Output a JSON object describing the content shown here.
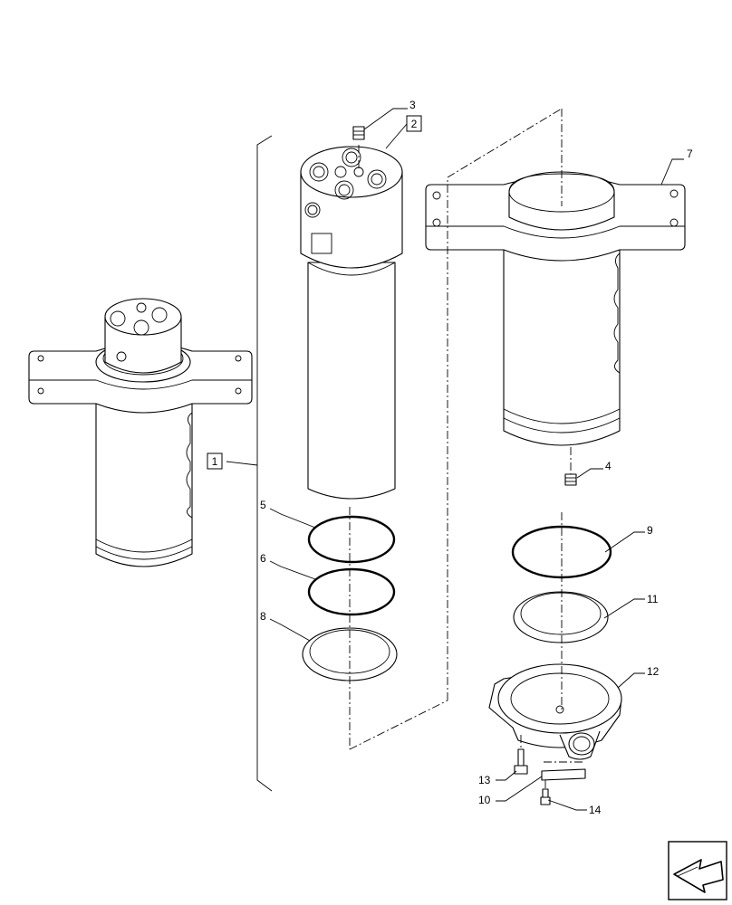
{
  "callouts": {
    "c1": "1",
    "c2": "2",
    "c3": "3",
    "c4": "4",
    "c5": "5",
    "c6": "6",
    "c7": "7",
    "c8": "8",
    "c9": "9",
    "c10": "10",
    "c11": "11",
    "c12": "12",
    "c13": "13",
    "c14": "14"
  },
  "icons": {
    "navigation": "arrow-icon"
  }
}
